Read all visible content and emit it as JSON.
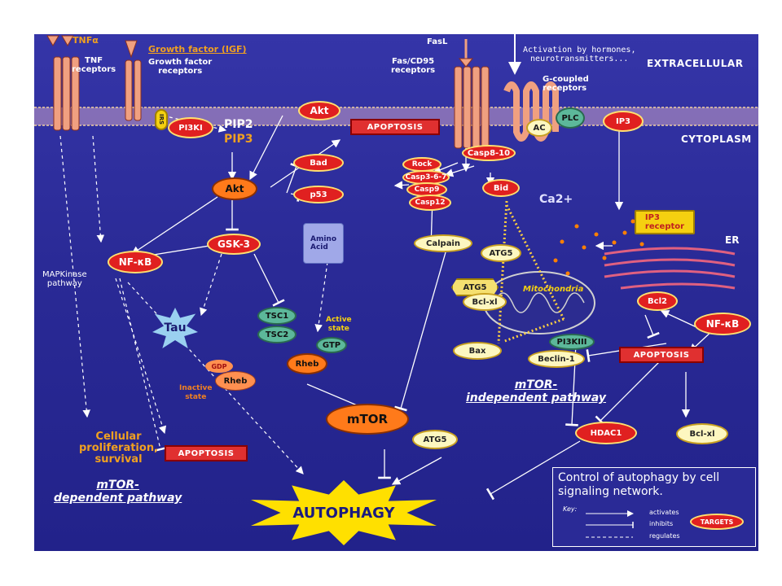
{
  "labels": {
    "tnf_alpha": "TNFα",
    "tnf_receptors": "TNF\nreceptors",
    "growth_factor_igf": "Growth factor (IGF)",
    "growth_factor_receptors": "Growth factor\nreceptors",
    "irs": "IRS",
    "pi3k1": "PI3KI",
    "pip2": "PIP2",
    "pip3": "PIP3",
    "akt_top": "Akt",
    "akt": "Akt",
    "bad": "Bad",
    "p53": "p53",
    "apoptosis_top": "APOPTOSIS",
    "fasl": "FasL",
    "fas_cd95": "Fas/CD95\nreceptors",
    "activation_text": "Activation by hormones,\nneurotransmitters...",
    "extracellular": "EXTRACELLULAR",
    "g_coupled": "G-coupled\nreceptors",
    "ac": "AC",
    "plc": "PLC",
    "ip3": "IP3",
    "cytoplasm": "CYTOPLASM",
    "casp8_10": "Casp8-10",
    "rock": "Rock",
    "casp3_6_7": "Casp3-6-7",
    "casp9": "Casp9",
    "casp12": "Casp12",
    "bid": "Bid",
    "ca": "Ca2+",
    "ip3_receptor": "IP3\nreceptor",
    "er": "ER",
    "gsk3": "GSK-3",
    "nfkb_left": "NF-κB",
    "mapk": "MAPKinase\npathway",
    "amino_acid": "Amino\nAcid",
    "calpain": "Calpain",
    "atg5_a": "ATG5",
    "atg5_b": "ATG5",
    "bclxl_mito": "Bcl-xl",
    "mitochondria": "Mitochondria",
    "bcl2": "Bcl2",
    "nfkb_right": "NF-κB",
    "tau": "Tau",
    "tsc1": "TSC1",
    "tsc2": "TSC2",
    "active_state": "Active\nstate",
    "gtp": "GTP",
    "rheb_active": "Rheb",
    "gdp": "GDP",
    "rheb_inactive": "Rheb",
    "inactive_state": "Inactive\nstate",
    "bax": "Bax",
    "pi3k3": "PI3KIII",
    "beclin1": "Beclin-1",
    "apoptosis_right": "APOPTOSIS",
    "mtor_indep": "mTOR-\nindependent pathway",
    "mtor": "mTOR",
    "atg5_c": "ATG5",
    "hdac1": "HDAC1",
    "bclxl_right": "Bcl-xl",
    "cellular": "Cellular\nproliferation,\nsurvival",
    "apoptosis_bottom": "APOPTOSIS",
    "mtor_dep": "mTOR-\ndependent pathway",
    "autophagy": "AUTOPHAGY"
  },
  "legend": {
    "title": "Control of autophagy by cell\nsignaling network.",
    "key": "Key:",
    "activates": "activates",
    "inhibits": "inhibits",
    "regulates": "regulates",
    "targets": "TARGETS"
  },
  "colors": {
    "background": "#2a2a96",
    "node_red": "#e02020",
    "node_cream": "#fdf7c0",
    "node_teal": "#5cb89a",
    "node_orange": "#ff7a1a",
    "receptor": "#e8a080",
    "label_orange": "#f0a020"
  }
}
